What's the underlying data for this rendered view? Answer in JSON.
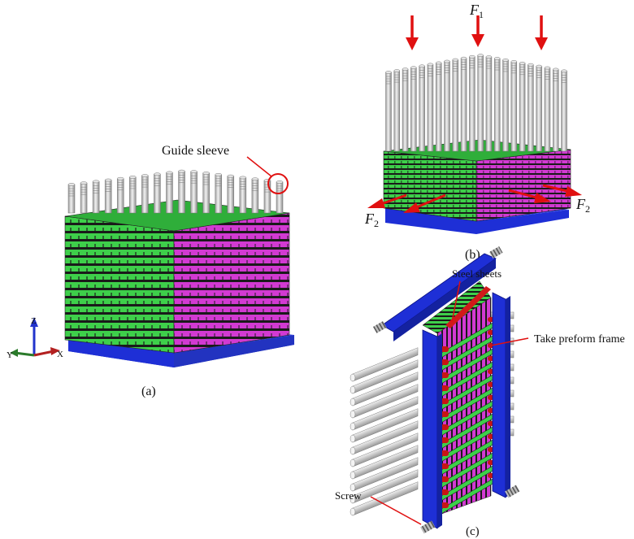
{
  "panels": {
    "a": {
      "caption": "(a)",
      "callout": "Guide sleeve",
      "axes": {
        "x": "X",
        "y": "Y",
        "z": "Z"
      }
    },
    "b": {
      "caption": "(b)",
      "force_top": "F",
      "force_top_sub": "1",
      "force_side": "F",
      "force_side_sub": "2"
    },
    "c": {
      "caption": "(c)",
      "steel": "Steel sheets",
      "frame": "Take preform frame",
      "screw": "Screw"
    }
  },
  "colors": {
    "green": "#3ecf4a",
    "magenta": "#d23ad2",
    "blue": "#1e2fd6",
    "red": "#e01010",
    "rod": "#c9c9c9",
    "dark": "#1a1a1a"
  }
}
